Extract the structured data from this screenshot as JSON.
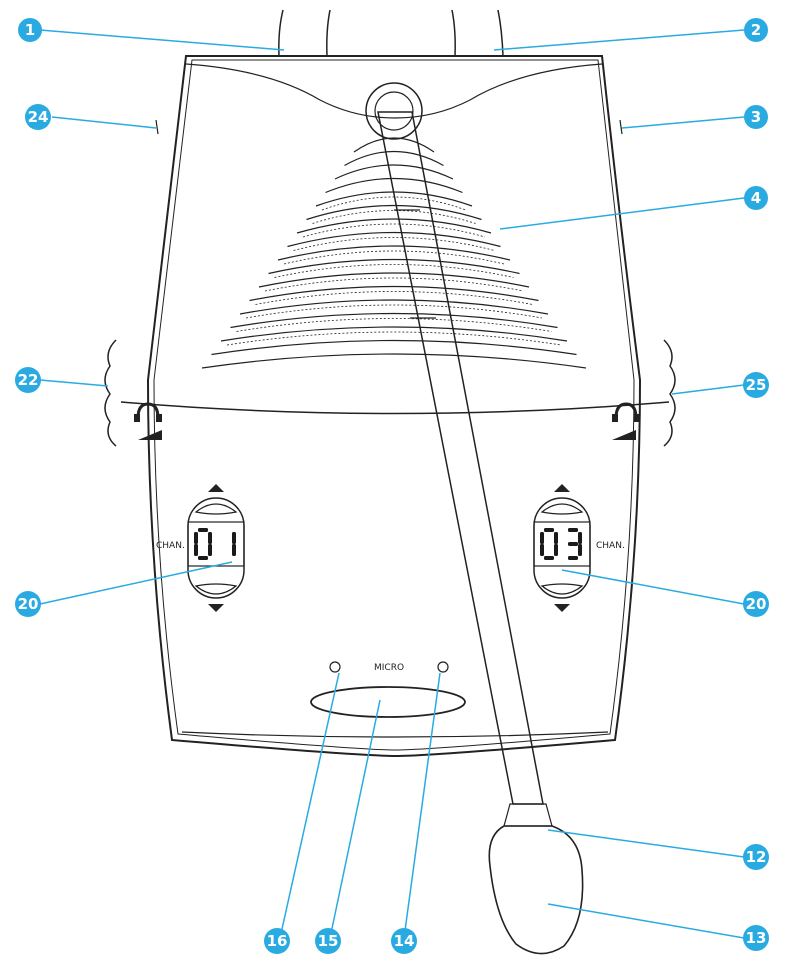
{
  "colors": {
    "callout": "#29ABE2",
    "outline": "#222222",
    "background": "#ffffff"
  },
  "texts": {
    "micro": "MICRO",
    "chan_left": "CHAN.",
    "chan_right": "CHAN.",
    "display_left": "01",
    "display_right": "03"
  },
  "callouts": [
    {
      "id": "c1",
      "number": "1"
    },
    {
      "id": "c2",
      "number": "2"
    },
    {
      "id": "c3",
      "number": "3"
    },
    {
      "id": "c4",
      "number": "4"
    },
    {
      "id": "c24",
      "number": "24"
    },
    {
      "id": "c22",
      "number": "22"
    },
    {
      "id": "c25",
      "number": "25"
    },
    {
      "id": "c20l",
      "number": "20"
    },
    {
      "id": "c20r",
      "number": "20"
    },
    {
      "id": "c12",
      "number": "12"
    },
    {
      "id": "c13",
      "number": "13"
    },
    {
      "id": "c16",
      "number": "16"
    },
    {
      "id": "c15",
      "number": "15"
    },
    {
      "id": "c14",
      "number": "14"
    }
  ],
  "icons": [
    "headphone-icon-left",
    "headphone-icon-right",
    "arrow-up-icon",
    "arrow-down-icon"
  ]
}
